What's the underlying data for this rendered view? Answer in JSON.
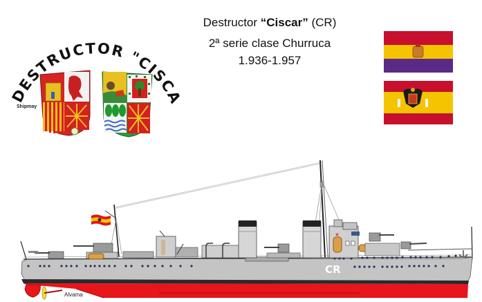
{
  "header": {
    "line1_prefix": "Destructor ",
    "line1_name": "“Ciscar”",
    "line1_suffix": "  (CR)",
    "line2": "2ª serie clase Churruca",
    "line3": "1.936-1.957"
  },
  "emblem": {
    "arc_text": "DESTRUCTOR \"CISCAR\"",
    "credit": "Shipmay",
    "shields": [
      "spain-regional-shield",
      "basque-navarre-shield"
    ]
  },
  "flags": [
    {
      "name": "second-republic-flag",
      "stripes": [
        "#c8102e",
        "#f5c400",
        "#5b2a86"
      ]
    },
    {
      "name": "francoist-flag",
      "stripes": [
        "#c8102e",
        "#f5c400",
        "#c8102e"
      ]
    }
  ],
  "ship": {
    "pennant": "CR",
    "credit": "Alvama",
    "hull_color": "#e8151b",
    "upper_hull_color": "#c4c4c4",
    "boot_top_color": "#2a2a2a"
  }
}
